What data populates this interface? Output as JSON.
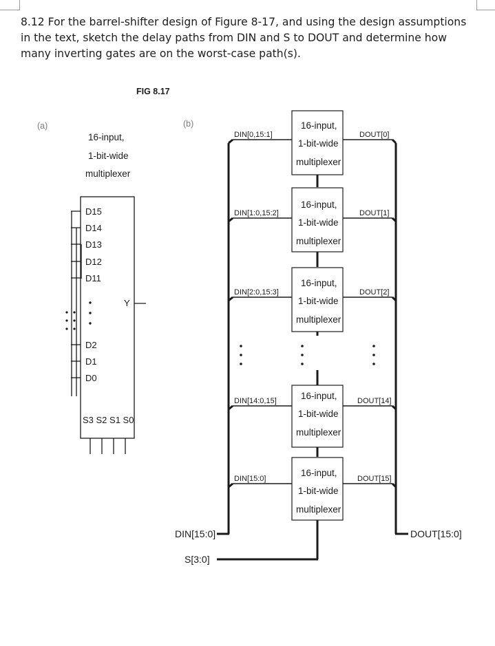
{
  "question": "8.12 For the barrel-shifter design of Figure 8-17, and using the design assumptions in the text, sketch the delay paths from DIN and S to DOUT and determine how many inverting gates are on the worst-case path(s).",
  "figure": {
    "title": "FIG 8.17",
    "part_a": {
      "label": "(a)",
      "mux_title": [
        "16-input,",
        "1-bit-wide",
        "multiplexer"
      ],
      "data_pins": [
        "D15",
        "D14",
        "D13",
        "D12",
        "D11",
        "D2",
        "D1",
        "D0"
      ],
      "output_pin": "Y",
      "select_pins": "S3 S2 S1 S0"
    },
    "part_b": {
      "label": "(b)",
      "mux_label": [
        "16-input,",
        "1-bit-wide",
        "multiplexer"
      ],
      "din_labels": [
        "DIN[0,15:1]",
        "DIN[1:0,15:2]",
        "DIN[2:0,15:3]",
        "DIN[14:0,15]",
        "DIN[15:0]"
      ],
      "dout_labels": [
        "DOUT[0]",
        "DOUT[1]",
        "DOUT[2]",
        "DOUT[14]",
        "DOUT[15]"
      ],
      "bus_in": "DIN[15:0]",
      "select_in": "S[3:0]",
      "bus_out": "DOUT[15:0]"
    }
  },
  "colors": {
    "text": "#1c1c1c",
    "line": "#1a1a1a",
    "label_gray": "#7a7a7a"
  }
}
